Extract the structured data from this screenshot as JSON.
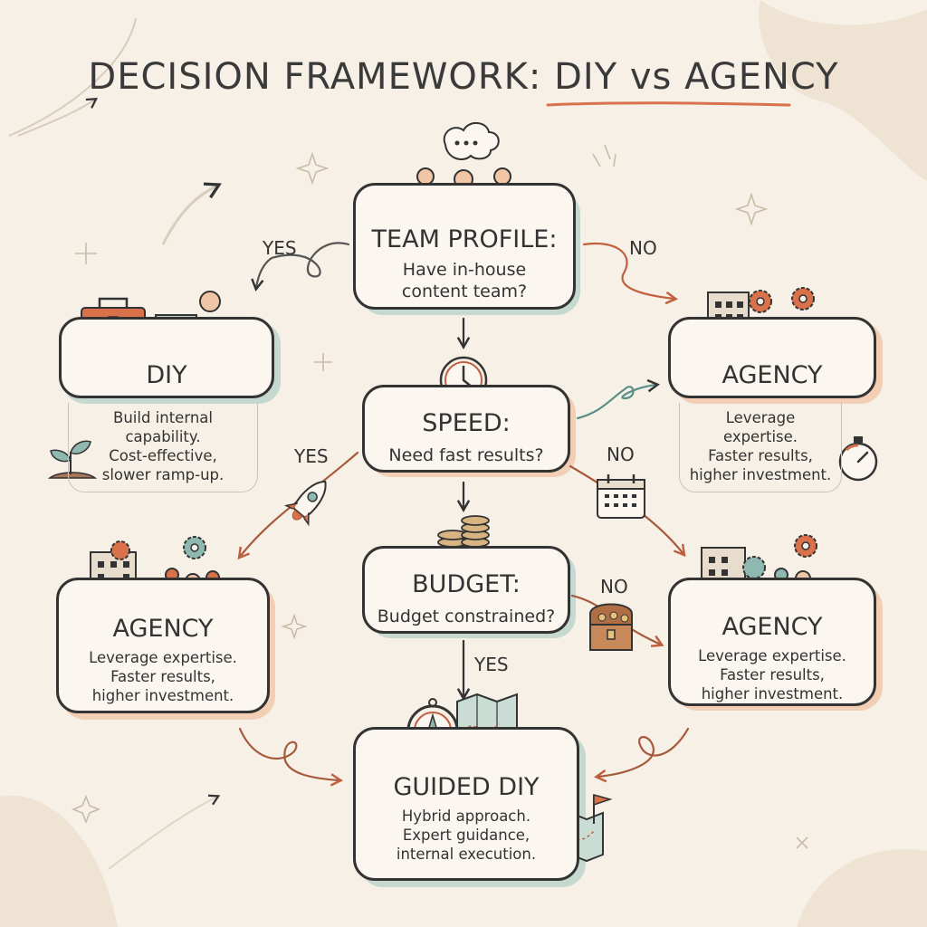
{
  "title": "DECISION FRAMEWORK: DIY vs AGENCY",
  "colors": {
    "background": "#f6f0e6",
    "accent_orange": "#d9714a",
    "accent_teal": "#8fb8b0",
    "ink": "#333333"
  },
  "nodes": {
    "team_profile": {
      "heading": "TEAM PROFILE:",
      "question": "Have in-house content team?",
      "icon": "team-people-icon"
    },
    "speed": {
      "heading": "SPEED:",
      "question": "Need fast results?",
      "icon": "clock-icon"
    },
    "budget": {
      "heading": "BUDGET:",
      "question": "Budget constrained?",
      "icon": "coin-stack-icon"
    },
    "diy": {
      "heading": "DIY",
      "lines": [
        "Build internal capability.",
        "Cost-effective,",
        "slower ramp-up."
      ],
      "icon": "toolbox-icon"
    },
    "agency_top": {
      "heading": "AGENCY",
      "lines": [
        "Leverage expertise.",
        "Faster results,",
        "higher investment."
      ],
      "icon": "building-gears-icon"
    },
    "agency_left": {
      "heading": "AGENCY",
      "lines": [
        "Leverage expertise.",
        "Faster results,",
        "higher investment."
      ],
      "icon": "building-gears-icon"
    },
    "agency_right": {
      "heading": "AGENCY",
      "lines": [
        "Leverage expertise.",
        "Faster results,",
        "higher investment."
      ],
      "icon": "building-gears-icon"
    },
    "guided_diy": {
      "heading": "GUIDED DIY",
      "lines": [
        "Hybrid approach.",
        "Expert guidance,",
        "internal execution."
      ],
      "icon": "compass-map-icon"
    }
  },
  "edge_labels": {
    "team_yes": "YES",
    "team_no": "NO",
    "speed_yes": "YES",
    "speed_no": "NO",
    "budget_no": "NO",
    "budget_yes": "YES"
  }
}
